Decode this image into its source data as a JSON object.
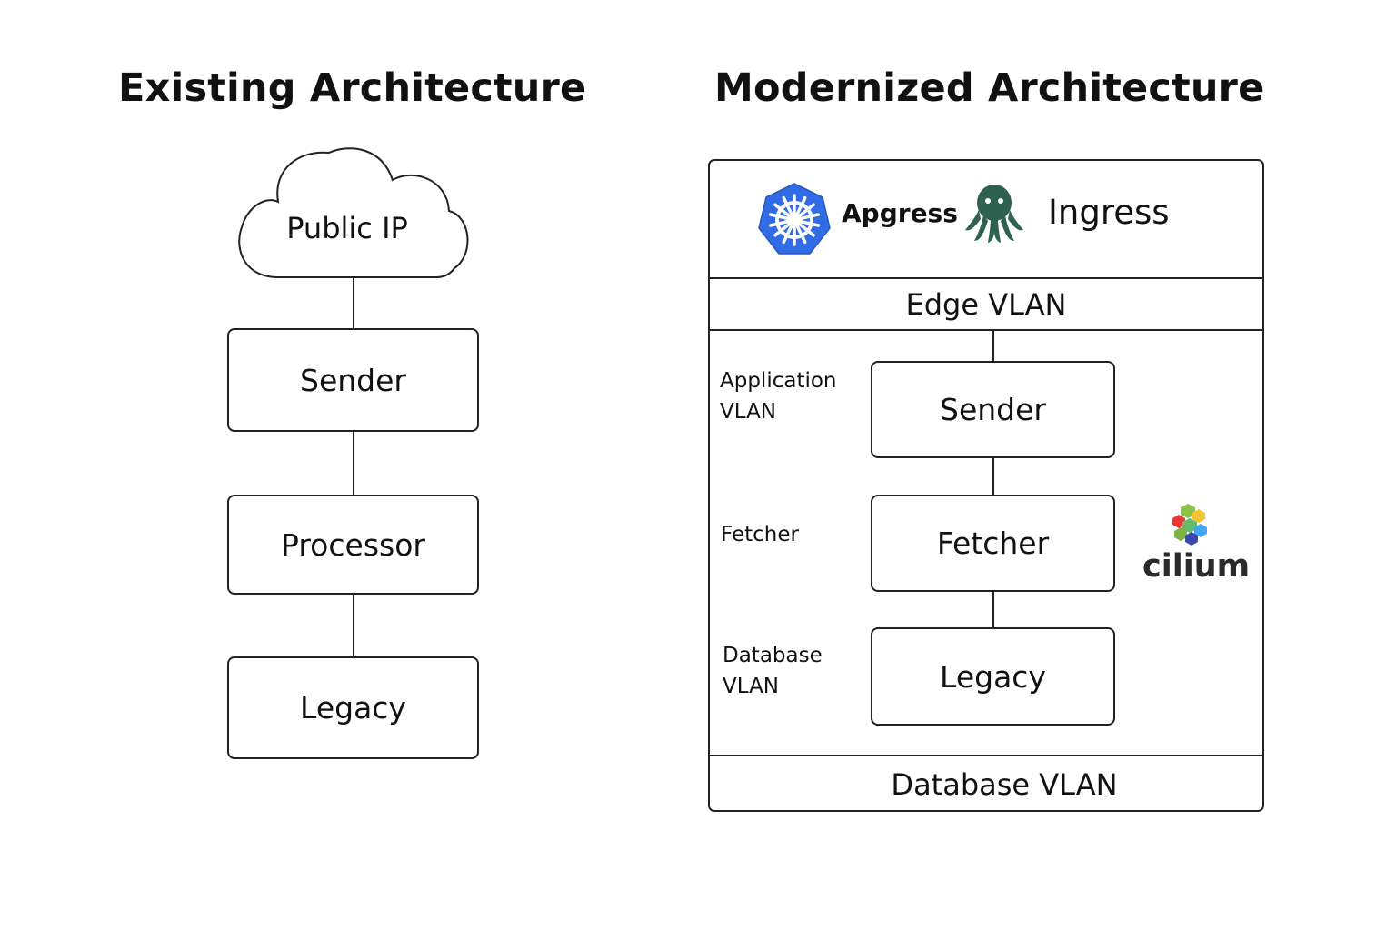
{
  "existing": {
    "title": "Existing Architecture",
    "cloud_label": "Public IP",
    "boxes": [
      "Sender",
      "Processor",
      "Legacy"
    ]
  },
  "modernized": {
    "title": "Modernized Architecture",
    "header": {
      "kubernetes_label": "Apgress",
      "ingress_label": "Ingress"
    },
    "edge_band": "Edge VLAN",
    "side_labels": {
      "application": [
        "Application",
        "VLAN"
      ],
      "fetcher": [
        "Fetcher"
      ],
      "database": [
        "Database",
        "VLAN"
      ]
    },
    "boxes": [
      "Sender",
      "Fetcher",
      "Legacy"
    ],
    "cilium_label": "cilium",
    "bottom_band": "Database VLAN"
  },
  "colors": {
    "kubernetes_blue": "#326CE5",
    "octopus_green": "#2F6150",
    "line": "#222222"
  },
  "icons": {
    "kubernetes": "kubernetes-helm-wheel-icon",
    "ingress": "octopus-icon",
    "cilium": "cilium-hexagon-cluster-icon",
    "cloud": "cloud-shape"
  }
}
